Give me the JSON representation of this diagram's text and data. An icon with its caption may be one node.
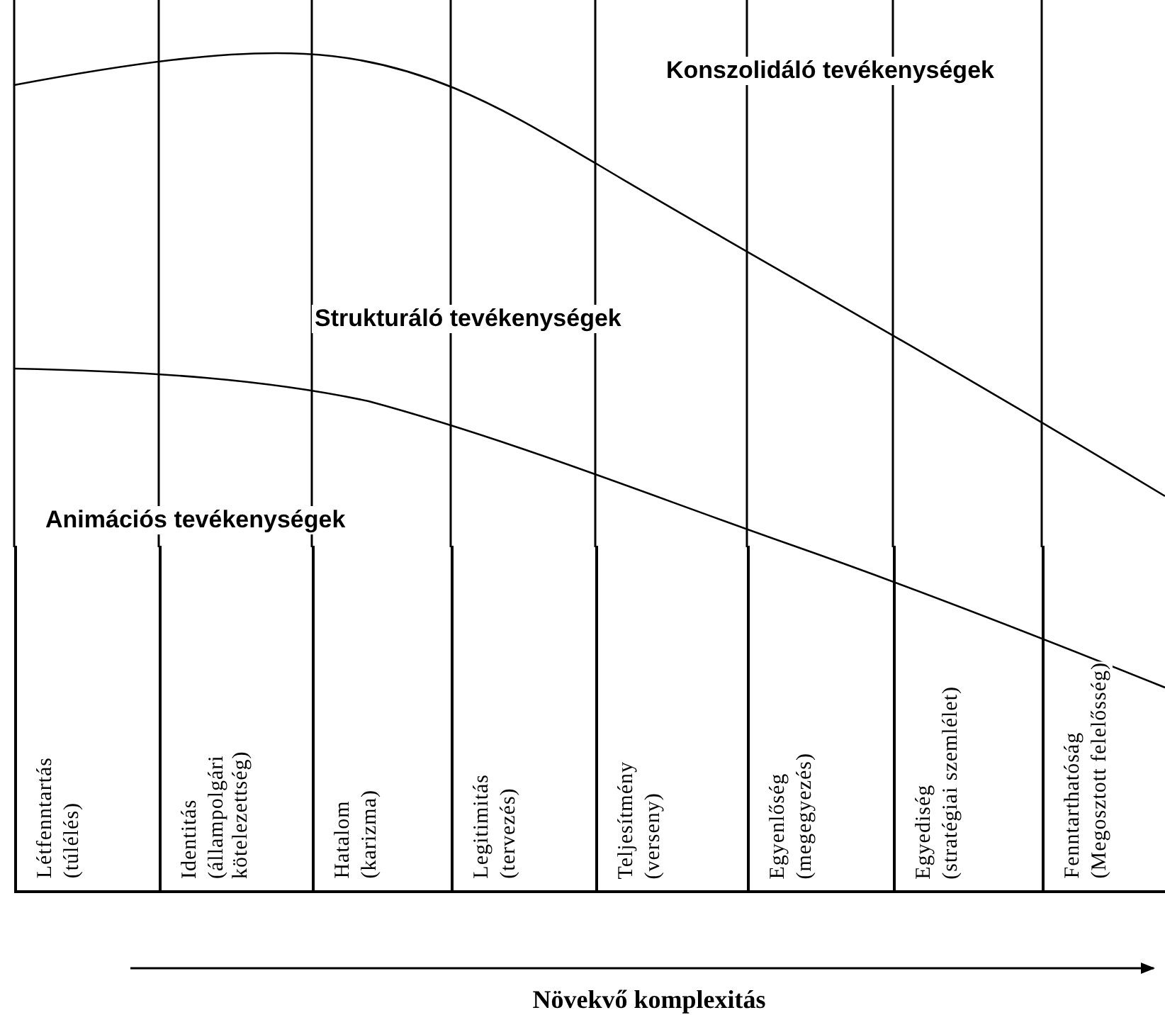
{
  "diagram": {
    "nodes": [
      {
        "text": [
          "Létfenntartás",
          "(túlélés)"
        ]
      },
      {
        "text": [
          "Identitás",
          "(állampolgári kötelezettség)"
        ]
      },
      {
        "text": [
          "Hatalom",
          "(karizma)"
        ]
      },
      {
        "text": [
          "Legitimitás",
          "(tervezés)"
        ]
      },
      {
        "text": [
          "Teljesítmény",
          "(verseny)"
        ]
      },
      {
        "text": [
          "Egyenlőség",
          "(megegyezés)"
        ]
      },
      {
        "text": [
          "Egyediség",
          "(stratégiai szemlélet)"
        ]
      },
      {
        "text": [
          "Fenntarthatóság",
          "(Megosztott felelősség)"
        ]
      }
    ],
    "edges": [],
    "labels": [
      "Konszolidáló tevékenységek",
      "Strukturáló tevékenységek",
      "Animációs tevékenységek",
      "Növekvő komplexitás"
    ]
  }
}
